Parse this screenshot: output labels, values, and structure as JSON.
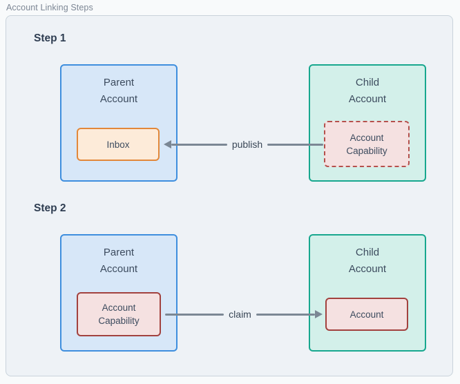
{
  "page": {
    "title": "Account Linking Steps"
  },
  "steps": [
    {
      "heading": "Step 1",
      "parent": {
        "label": "Parent\nAccount",
        "inner": {
          "label": "Inbox",
          "style": "orange-solid"
        }
      },
      "child": {
        "label": "Child\nAccount",
        "inner": {
          "label": "Account\nCapability",
          "style": "pink-dashed"
        }
      },
      "arrow": {
        "label": "publish",
        "direction": "left",
        "from": "child-account-capability",
        "to": "parent-inbox"
      }
    },
    {
      "heading": "Step 2",
      "parent": {
        "label": "Parent\nAccount",
        "inner": {
          "label": "Account\nCapability",
          "style": "pink-solid"
        }
      },
      "child": {
        "label": "Child\nAccount",
        "inner": {
          "label": "Account",
          "style": "pink-solid"
        }
      },
      "arrow": {
        "label": "claim",
        "direction": "right",
        "from": "parent-account-capability",
        "to": "child-account"
      }
    }
  ],
  "colors": {
    "page_background": "#f8fafb",
    "container_background": "#eef2f6",
    "container_border": "#c9d3db",
    "parent_node_fill": "#d7e7f8",
    "parent_node_border": "#3e8ede",
    "child_node_fill": "#d3f0ea",
    "child_node_border": "#17a78e",
    "inbox_fill": "#fdebd9",
    "inbox_border": "#e2883a",
    "capability_fill": "#f5e1e1",
    "capability_border_solid": "#a2413e",
    "capability_border_dashed": "#b5504c",
    "arrow": "#7b8794",
    "heading_text": "#2e3d51",
    "node_text": "#3c4b5e",
    "title_text": "#7d8795"
  }
}
